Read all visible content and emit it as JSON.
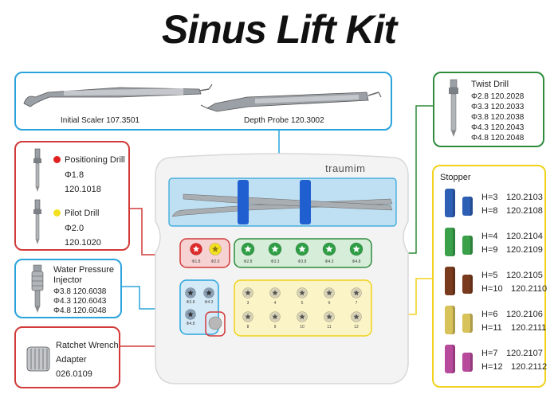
{
  "title": "Sinus Lift Kit",
  "brand": "traumim",
  "top_panel": {
    "left": {
      "name": "Initial Scaler",
      "code": "107.3501"
    },
    "right": {
      "name": "Depth Probe",
      "code": "120.3002"
    }
  },
  "positioning_drill": {
    "name": "Positioning Drill",
    "size": "Φ1.8",
    "code": "120.1018",
    "dot_color": "#e02020"
  },
  "pilot_drill": {
    "name": "Pilot Drill",
    "size": "Φ2.0",
    "code": "120.1020",
    "dot_color": "#f3e020"
  },
  "water_injector": {
    "name_line1": "Water Pressure",
    "name_line2": "Injector",
    "items": [
      "Φ3.8 120.6038",
      "Φ4.3 120.6043",
      "Φ4.8 120.6048"
    ]
  },
  "ratchet": {
    "name_line1": "Ratchet Wrench",
    "name_line2": "Adapter",
    "code": "026.0109"
  },
  "twist_drill": {
    "name": "Twist Drill",
    "items": [
      "Φ2.8 120.2028",
      "Φ3.3 120.2033",
      "Φ3.8 120.2038",
      "Φ4.3 120.2043",
      "Φ4.8 120.2048"
    ]
  },
  "stopper": {
    "title": "Stopper",
    "rows": [
      {
        "a": "H=3",
        "a_code": "120.2103",
        "b": "H=8",
        "b_code": "120.2108",
        "color": "#2d5fb5"
      },
      {
        "a": "H=4",
        "a_code": "120.2104",
        "b": "H=9",
        "b_code": "120.2109",
        "color": "#3aa04a"
      },
      {
        "a": "H=5",
        "a_code": "120.2105",
        "b": "H=10",
        "b_code": "120.2110",
        "color": "#7a3a1e"
      },
      {
        "a": "H=6",
        "a_code": "120.2106",
        "b": "H=11",
        "b_code": "120.2111",
        "color": "#d8c25a"
      },
      {
        "a": "H=7",
        "a_code": "120.2107",
        "b": "H=12",
        "b_code": "120.2112",
        "color": "#b84a9c"
      }
    ]
  },
  "tray": {
    "red_wells": [
      "Φ1.8",
      "Φ2.0"
    ],
    "green_wells": [
      "Φ2.8",
      "Φ3.3",
      "Φ3.8",
      "Φ4.3",
      "Φ4.8"
    ],
    "blue_wells": [
      "Φ3.8",
      "Φ4.3",
      "Φ4.8"
    ],
    "stopper_top": [
      "3",
      "4",
      "5",
      "6",
      "7"
    ],
    "stopper_bottom": [
      "8",
      "9",
      "10",
      "11",
      "12"
    ]
  },
  "colors": {
    "blue": "#2aa3dc",
    "red": "#d23a3a",
    "green": "#2e8b3c",
    "yellow": "#f2d21c"
  }
}
